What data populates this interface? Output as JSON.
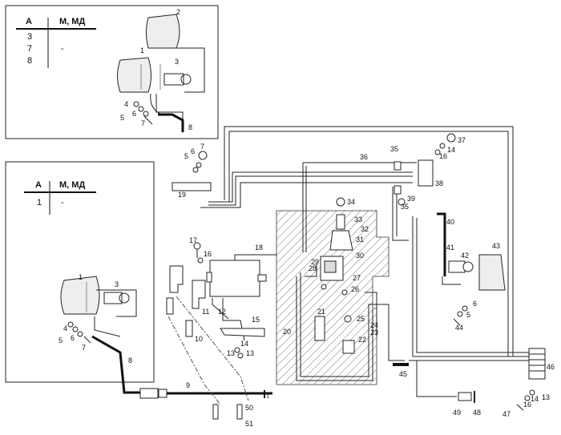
{
  "inset_top": {
    "table": {
      "col_a": "А",
      "col_b": "М, МД",
      "rows": [
        {
          "a": "3",
          "b": ""
        },
        {
          "a": "7",
          "b": "-"
        },
        {
          "a": "8",
          "b": ""
        }
      ]
    },
    "labels": [
      "1",
      "2",
      "3",
      "4",
      "5",
      "6",
      "7",
      "8"
    ]
  },
  "inset_left": {
    "table": {
      "col_a": "А",
      "col_b": "М, МД",
      "rows": [
        {
          "a": "1",
          "b": "-"
        }
      ]
    },
    "labels": [
      "1",
      "3",
      "4",
      "5",
      "6",
      "7",
      "8"
    ]
  },
  "callouts": {
    "n9": "9",
    "n10": "10",
    "n11": "11",
    "n12": "12",
    "n13": "13",
    "n14": "14",
    "n15": "15",
    "n16": "16",
    "n17": "17",
    "n18": "18",
    "n19": "19",
    "n20": "20",
    "n21": "21",
    "n22": "22",
    "n23": "23",
    "n24": "24",
    "n25": "25",
    "n26": "26",
    "n27": "27",
    "n28": "28",
    "n29": "29",
    "n30": "30",
    "n31": "31",
    "n32": "32",
    "n33": "33",
    "n34": "34",
    "n35a": "35",
    "n35b": "35",
    "n36": "36",
    "n37": "37",
    "n38": "38",
    "n39": "39",
    "n40": "40",
    "n41": "41",
    "n42": "42",
    "n43": "43",
    "n44": "44",
    "n45": "45",
    "n46": "46",
    "n47": "47",
    "n48": "48",
    "n49": "49",
    "n50": "50",
    "n51": "51",
    "m5": "5",
    "m6": "6",
    "m7": "7",
    "m16": "16",
    "m14": "14",
    "m13": "13",
    "m14b": "14",
    "m16b": "16",
    "m13b": "13",
    "m5b": "5",
    "m6b": "6",
    "m1": "I"
  }
}
